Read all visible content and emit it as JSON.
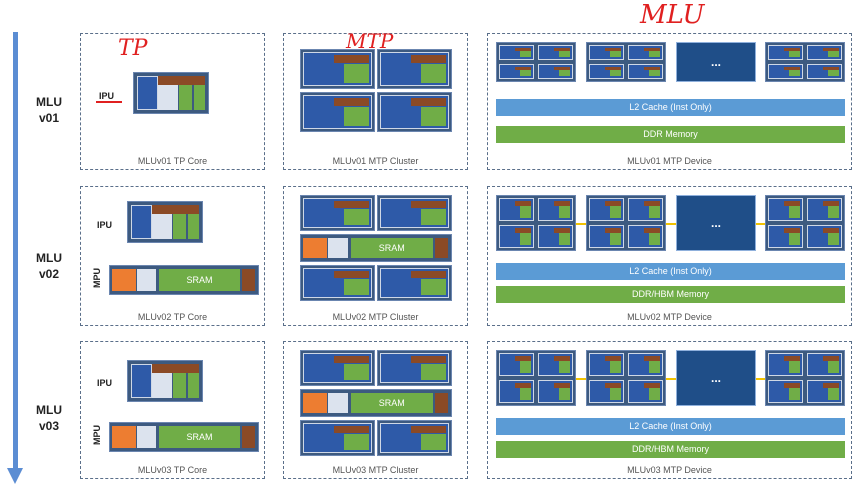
{
  "generations": [
    {
      "label": "MLU\nv01",
      "line1": "MLU",
      "line2": "v01"
    },
    {
      "label": "MLU\nv02",
      "line1": "MLU",
      "line2": "v02"
    },
    {
      "label": "MLU\nv03",
      "line1": "MLU",
      "line2": "v03"
    }
  ],
  "labels": {
    "ipu": "IPU",
    "mpu": "MPU",
    "sram": "SRAM",
    "dots": "..."
  },
  "captions": {
    "v01_tp": "MLUv01 TP Core",
    "v01_mtp": "MLUv01 MTP Cluster",
    "v01_dev": "MLUv01 MTP Device",
    "v02_tp": "MLUv02 TP Core",
    "v02_mtp": "MLUv02 MTP Cluster",
    "v02_dev": "MLUv02 MTP Device",
    "v03_tp": "MLUv03 TP Core",
    "v03_mtp": "MLUv03 MTP Cluster",
    "v03_dev": "MLUv03 MTP Device"
  },
  "bars": {
    "l2": "L2 Cache (Inst Only)",
    "ddr": "DDR Memory",
    "ddr_hbm": "DDR/HBM Memory"
  },
  "handwriting": {
    "tp": "TP",
    "mtp": "MTP",
    "mlu": "MLU"
  },
  "colors": {
    "arrow": "#5b8dd3",
    "l2": "#5b9bd5",
    "memory": "#70ad47",
    "sram": "#70ad47",
    "mpu_orange": "#ed7d31",
    "ink": "#e02020"
  }
}
